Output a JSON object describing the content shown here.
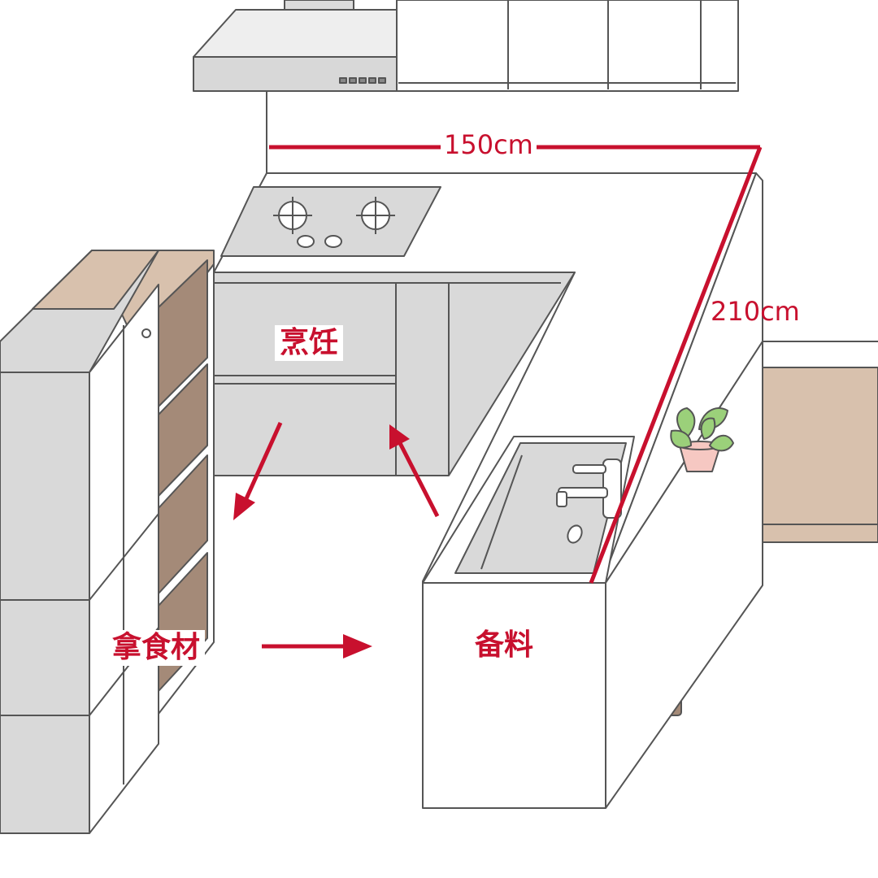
{
  "labels": {
    "cooking": "烹饪",
    "get_ingredients": "拿食材",
    "prep": "备料"
  },
  "dimensions": {
    "top": "150cm",
    "side": "210cm"
  },
  "colors": {
    "accent_red": "#c8102e",
    "line": "#555555",
    "cabinet_gray": "#d9d9d9",
    "counter_white": "#ffffff",
    "wood_tan": "#d8c1ad",
    "shelf_brown": "#a48a78",
    "plant_green": "#9bd07a",
    "pot_pink": "#f6c8c2"
  }
}
